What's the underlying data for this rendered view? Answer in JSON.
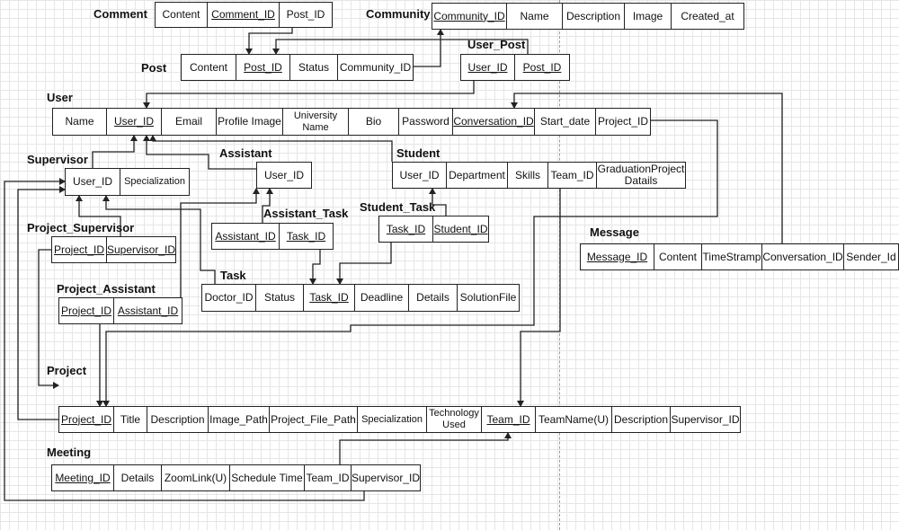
{
  "colors": {
    "line": "#222222",
    "grid": "#e6e6e6",
    "background": "#ffffff"
  },
  "entities": {
    "comment": {
      "name": "Comment",
      "attrs": [
        {
          "label": "Content",
          "key": false
        },
        {
          "label": "Comment_ID",
          "key": true
        },
        {
          "label": "Post_ID",
          "key": false
        }
      ]
    },
    "community": {
      "name": "Community",
      "attrs": [
        {
          "label": "Community_ID",
          "key": true
        },
        {
          "label": "Name",
          "key": false
        },
        {
          "label": "Description",
          "key": false
        },
        {
          "label": "Image",
          "key": false
        },
        {
          "label": "Created_at",
          "key": false
        }
      ]
    },
    "post": {
      "name": "Post",
      "attrs": [
        {
          "label": "Content",
          "key": false
        },
        {
          "label": "Post_ID",
          "key": true
        },
        {
          "label": "Status",
          "key": false
        },
        {
          "label": "Community_ID",
          "key": false
        }
      ]
    },
    "user_post": {
      "name": "User_Post",
      "attrs": [
        {
          "label": "User_ID",
          "key": true
        },
        {
          "label": "Post_ID",
          "key": true
        }
      ]
    },
    "user": {
      "name": "User",
      "attrs": [
        {
          "label": "Name",
          "key": false
        },
        {
          "label": "User_ID",
          "key": true
        },
        {
          "label": "Email",
          "key": false
        },
        {
          "label": "Profile Image",
          "key": false
        },
        {
          "label": "University Name",
          "key": false
        },
        {
          "label": "Bio",
          "key": false
        },
        {
          "label": "Password",
          "key": false
        },
        {
          "label": "Conversation_ID",
          "key": true
        },
        {
          "label": "Start_date",
          "key": false
        },
        {
          "label": "Project_ID",
          "key": false
        }
      ]
    },
    "supervisor": {
      "name": "Supervisor",
      "attrs": [
        {
          "label": "User_ID",
          "key": false
        },
        {
          "label": "Specialization",
          "key": false
        }
      ]
    },
    "assistant": {
      "name": "Assistant",
      "attrs": [
        {
          "label": "User_ID",
          "key": false
        }
      ]
    },
    "student": {
      "name": "Student",
      "attrs": [
        {
          "label": "User_ID",
          "key": false
        },
        {
          "label": "Department",
          "key": false
        },
        {
          "label": "Skills",
          "key": false
        },
        {
          "label": "Team_ID",
          "key": false
        },
        {
          "label": "GraduationProject Datails",
          "key": false
        }
      ]
    },
    "project_supervisor": {
      "name": "Project_Supervisor",
      "attrs": [
        {
          "label": "Project_ID",
          "key": true
        },
        {
          "label": "Supervisor_ID",
          "key": true
        }
      ]
    },
    "assistant_task": {
      "name": "Assistant_Task",
      "attrs": [
        {
          "label": "Assistant_ID",
          "key": true
        },
        {
          "label": "Task_ID",
          "key": true
        }
      ]
    },
    "student_task": {
      "name": "Student_Task",
      "attrs": [
        {
          "label": "Task_ID",
          "key": true
        },
        {
          "label": "Student_ID",
          "key": true
        }
      ]
    },
    "project_assistant": {
      "name": "Project_Assistant",
      "attrs": [
        {
          "label": "Project_ID",
          "key": true
        },
        {
          "label": "Assistant_ID",
          "key": true
        }
      ]
    },
    "task": {
      "name": "Task",
      "attrs": [
        {
          "label": "Doctor_ID",
          "key": false
        },
        {
          "label": "Status",
          "key": false
        },
        {
          "label": "Task_ID",
          "key": true
        },
        {
          "label": "Deadline",
          "key": false
        },
        {
          "label": "Details",
          "key": false
        },
        {
          "label": "SolutionFile",
          "key": false
        }
      ]
    },
    "message": {
      "name": "Message",
      "attrs": [
        {
          "label": "Message_ID",
          "key": true
        },
        {
          "label": "Content",
          "key": false
        },
        {
          "label": "TimeStramp",
          "key": false
        },
        {
          "label": "Conversation_ID",
          "key": false
        },
        {
          "label": "Sender_Id",
          "key": false
        }
      ]
    },
    "project": {
      "name": "Project",
      "attrs": [
        {
          "label": "Project_ID",
          "key": true
        },
        {
          "label": "Title",
          "key": false
        },
        {
          "label": "Description",
          "key": false
        },
        {
          "label": "Image_Path",
          "key": false
        },
        {
          "label": "Project_File_Path",
          "key": false
        },
        {
          "label": "Specialization",
          "key": false
        },
        {
          "label": "Technology Used",
          "key": false
        },
        {
          "label": "Team_ID",
          "key": true
        },
        {
          "label": "TeamName(U)",
          "key": false
        },
        {
          "label": "Description",
          "key": false
        },
        {
          "label": "Supervisor_ID",
          "key": false
        }
      ]
    },
    "meeting": {
      "name": "Meeting",
      "attrs": [
        {
          "label": "Meeting_ID",
          "key": true
        },
        {
          "label": "Details",
          "key": false
        },
        {
          "label": "ZoomLink(U)",
          "key": false
        },
        {
          "label": "Schedule Time",
          "key": false
        },
        {
          "label": "Team_ID",
          "key": false
        },
        {
          "label": "Supervisor_ID",
          "key": false
        }
      ]
    }
  }
}
